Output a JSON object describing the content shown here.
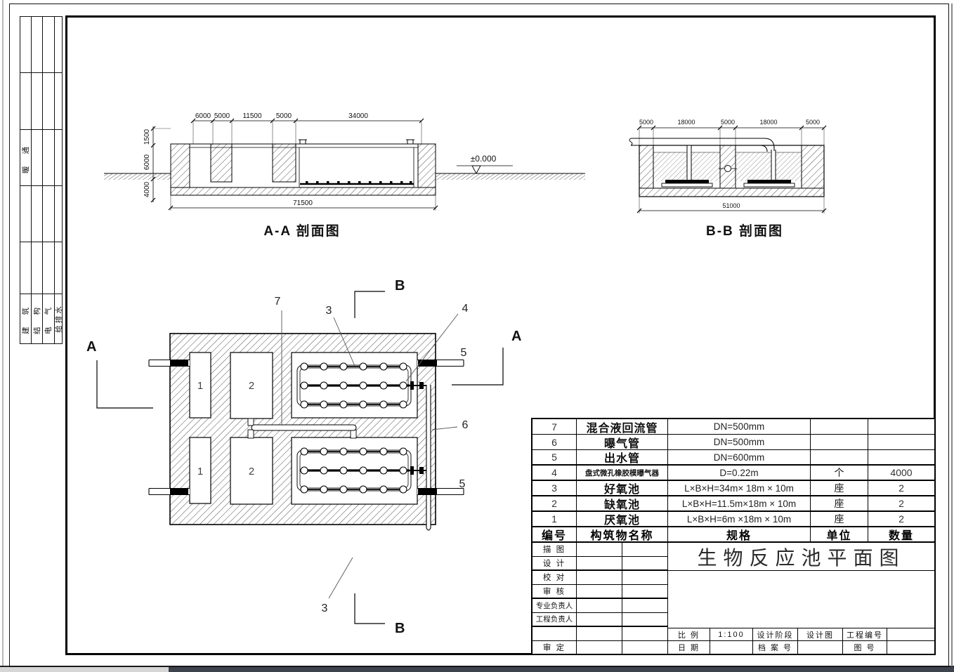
{
  "sidebar": {
    "hvac": "暖 通",
    "disciplines": [
      "建 筑",
      "结 构",
      "电 气",
      "给排水"
    ]
  },
  "sections": {
    "aa": {
      "title": "A-A 剖面图",
      "dims_top": [
        "6000",
        "5000",
        "11500",
        "5000",
        "34000"
      ],
      "dims_left": [
        "1500",
        "6000",
        "4000"
      ],
      "dim_bottom": "71500",
      "level": "±0.000"
    },
    "bb": {
      "title": "B-B 剖面图",
      "dims_top": [
        "5000",
        "18000",
        "5000",
        "18000",
        "5000"
      ],
      "dim_bottom": "51000"
    }
  },
  "plan": {
    "marker_a": "A",
    "marker_b": "B",
    "callouts": {
      "n1": "1",
      "n2": "2",
      "n3": "3",
      "n4": "4",
      "n5": "5",
      "n6": "6",
      "n7": "7"
    }
  },
  "spec_table": {
    "headers": [
      "编号",
      "构筑物名称",
      "规格",
      "单位",
      "数量"
    ],
    "rows": [
      {
        "no": "7",
        "name": "混合液回流管",
        "spec": "DN=500mm",
        "unit": "",
        "qty": ""
      },
      {
        "no": "6",
        "name": "曝气管",
        "spec": "DN=500mm",
        "unit": "",
        "qty": ""
      },
      {
        "no": "5",
        "name": "出水管",
        "spec": "DN=600mm",
        "unit": "",
        "qty": ""
      },
      {
        "no": "4",
        "name": "盘式微孔橡胶模曝气器",
        "spec": "D=0.22m",
        "unit": "个",
        "qty": "4000"
      },
      {
        "no": "3",
        "name": "好氧池",
        "spec": "L×B×H=34m× 18m × 10m",
        "unit": "座",
        "qty": "2"
      },
      {
        "no": "2",
        "name": "缺氧池",
        "spec": "L×B×H=11.5m×18m × 10m",
        "unit": "座",
        "qty": "2"
      },
      {
        "no": "1",
        "name": "厌氧池",
        "spec": "L×B×H=6m  ×18m × 10m",
        "unit": "座",
        "qty": "2"
      }
    ]
  },
  "title_block": {
    "drawing_title": "生物反应池平面图",
    "sign_rows": [
      "描 图",
      "设 计",
      "校 对",
      "审 核",
      "专业负责人",
      "工程负责人",
      "",
      "审 定"
    ],
    "scale_label": "比 例",
    "scale_value": "1:100",
    "stage_label": "设计阶段",
    "stage_value": "设计图",
    "project_no_label": "工程编号",
    "date_label": "日 期",
    "archive_label": "档 案 号",
    "drawing_no_label": "图 号"
  }
}
